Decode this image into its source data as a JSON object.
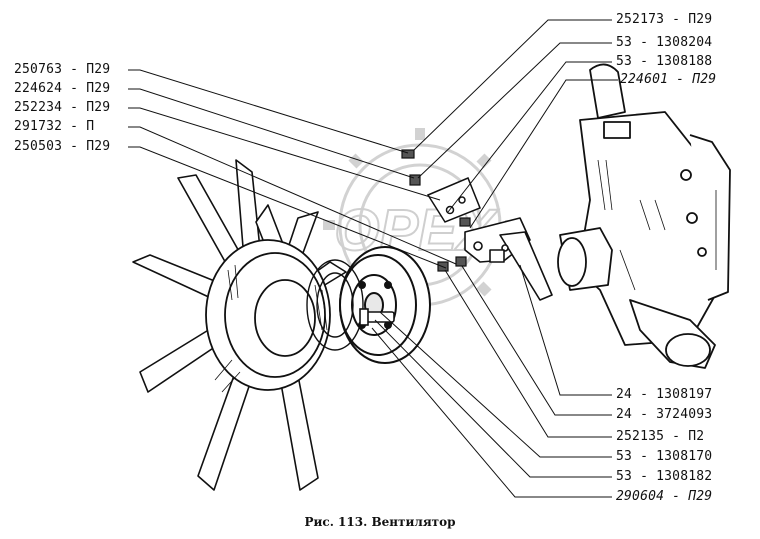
{
  "figure": {
    "caption": "Рис. 113. Вентилятор",
    "watermark": "OPEX"
  },
  "callouts": {
    "left": [
      "250763 - П29",
      "224624 - П29",
      "252234 - П29",
      "291732 - П",
      "250503 - П29"
    ],
    "right_top": [
      "252173 - П29",
      "53 - 1308204",
      "53 - 1308188",
      "224601 - П29"
    ],
    "right_bottom": [
      "24 - 1308197",
      "24 - 3724093",
      "252135 - П2",
      "53 - 1308170",
      "53 - 1308182",
      "290604 - П29"
    ]
  },
  "colors": {
    "ink": "#111111",
    "watermark": "#cfcfcf"
  }
}
